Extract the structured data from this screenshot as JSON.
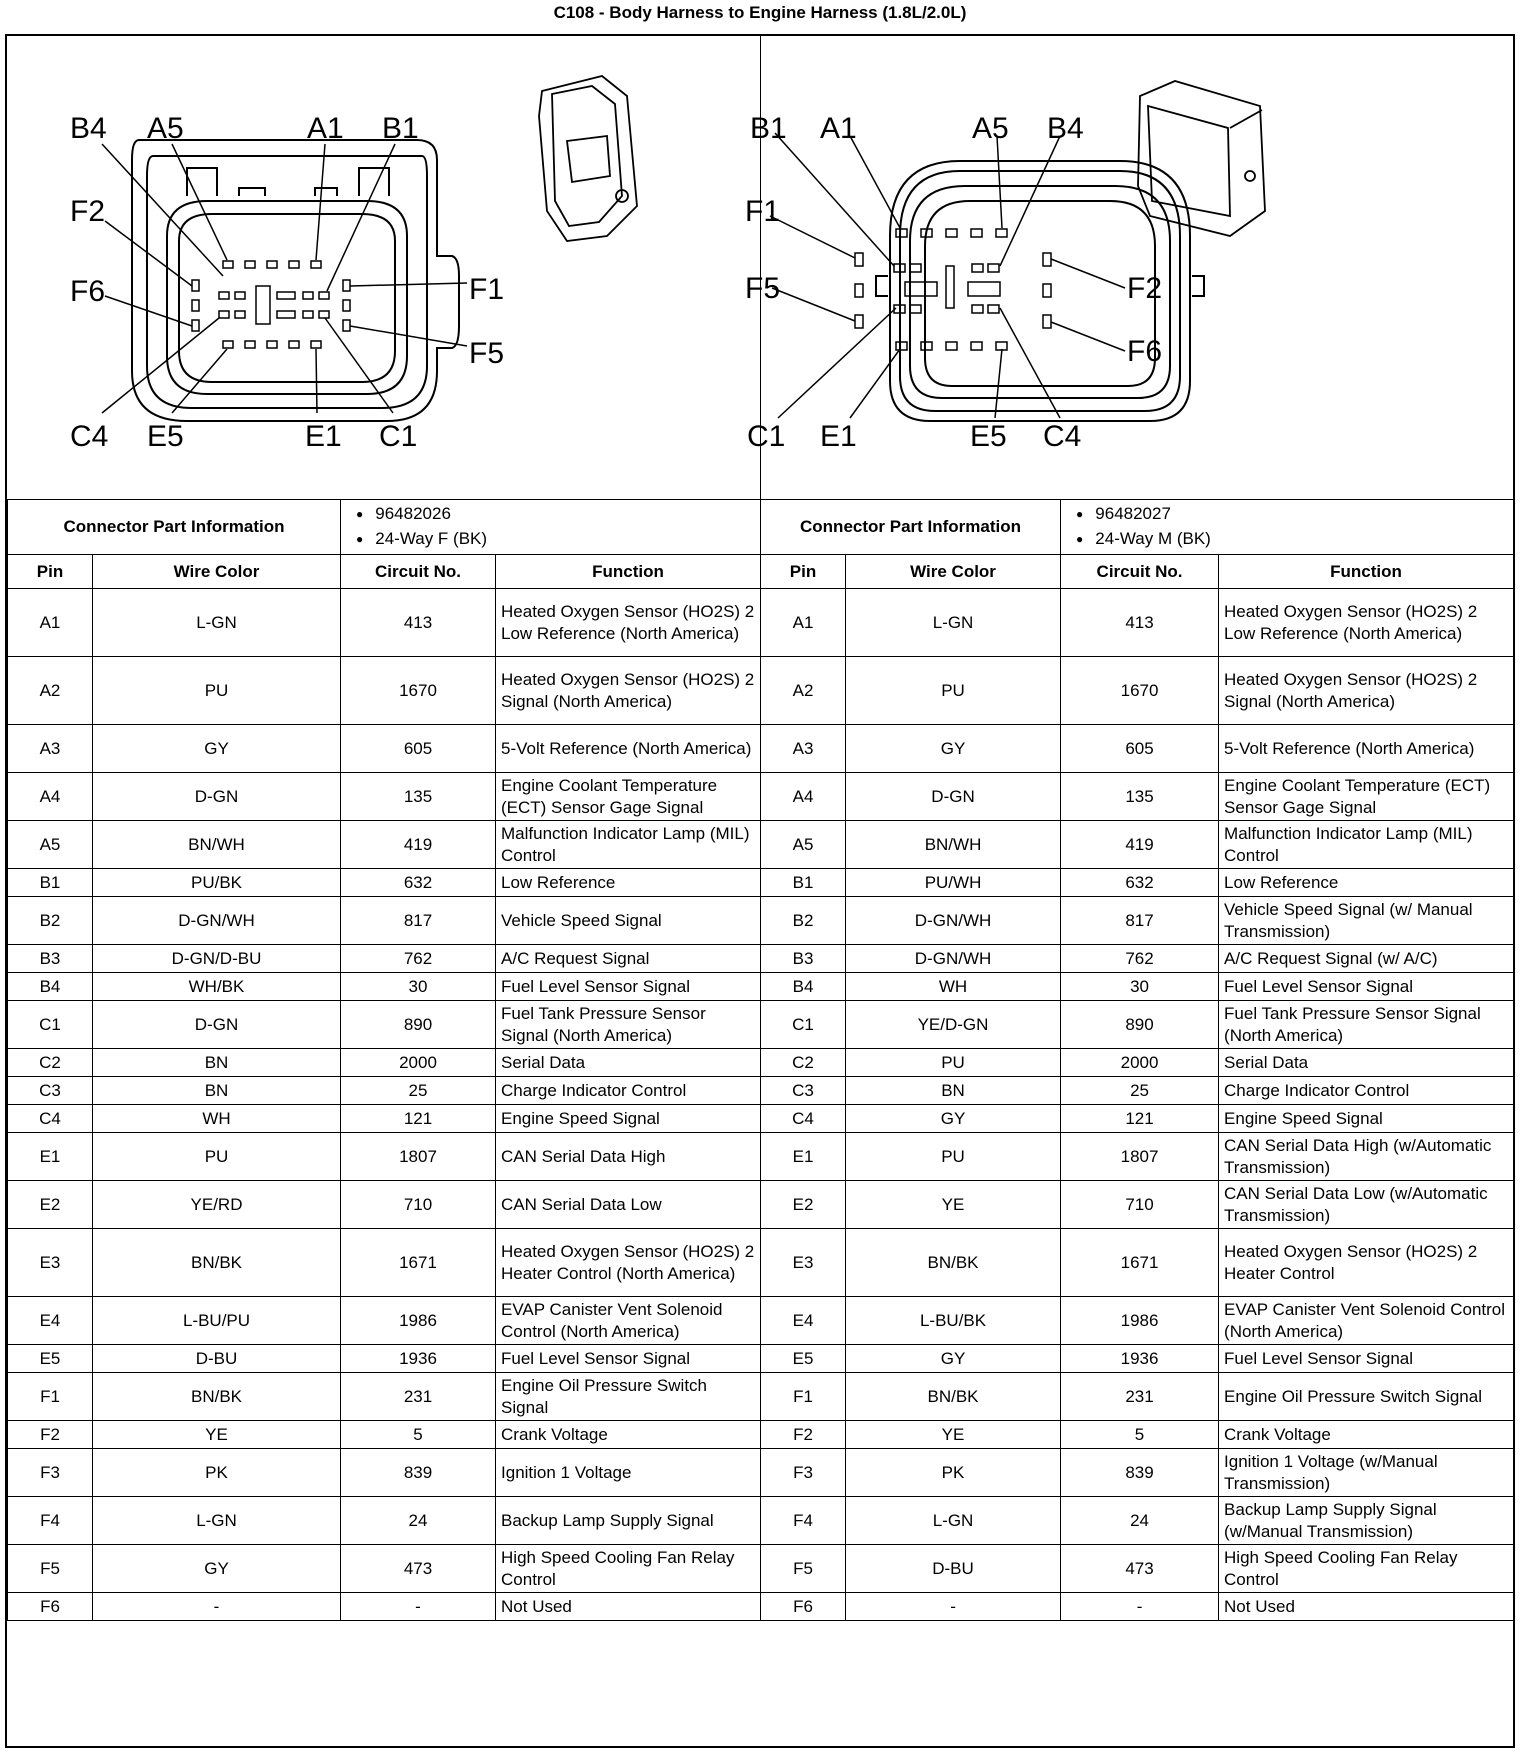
{
  "title": "C108 - Body Harness to Engine Harness (1.8L/2.0L)",
  "left_connector": {
    "pin_labels": [
      "B4",
      "A5",
      "A1",
      "B1",
      "F2",
      "F6",
      "F1",
      "F5",
      "C4",
      "E5",
      "E1",
      "C1"
    ],
    "part_label": "Connector Part Information",
    "part_number": "96482026",
    "part_desc": "24-Way F (BK)"
  },
  "right_connector": {
    "pin_labels": [
      "B1",
      "A1",
      "A5",
      "B4",
      "F1",
      "F5",
      "F2",
      "F6",
      "C1",
      "E1",
      "E5",
      "C4"
    ],
    "part_label": "Connector Part Information",
    "part_number": "96482027",
    "part_desc": "24-Way M (BK)"
  },
  "headers": [
    "Pin",
    "Wire Color",
    "Circuit No.",
    "Function"
  ],
  "rows": [
    {
      "pin": "A1",
      "l_color": "L-GN",
      "l_circuit": "413",
      "l_function": "Heated Oxygen Sensor (HO2S) 2 Low Reference (North America)",
      "r_color": "L-GN",
      "r_circuit": "413",
      "r_function": "Heated Oxygen Sensor (HO2S) 2 Low Reference (North America)"
    },
    {
      "pin": "A2",
      "l_color": "PU",
      "l_circuit": "1670",
      "l_function": "Heated Oxygen Sensor (HO2S) 2 Signal (North America)",
      "r_color": "PU",
      "r_circuit": "1670",
      "r_function": "Heated Oxygen Sensor (HO2S) 2 Signal (North America)"
    },
    {
      "pin": "A3",
      "l_color": "GY",
      "l_circuit": "605",
      "l_function": "5-Volt Reference (North America)",
      "r_color": "GY",
      "r_circuit": "605",
      "r_function": "5-Volt Reference (North America)"
    },
    {
      "pin": "A4",
      "l_color": "D-GN",
      "l_circuit": "135",
      "l_function": "Engine Coolant Temperature (ECT) Sensor Gage Signal",
      "r_color": "D-GN",
      "r_circuit": "135",
      "r_function": "Engine Coolant Temperature (ECT) Sensor Gage Signal"
    },
    {
      "pin": "A5",
      "l_color": "BN/WH",
      "l_circuit": "419",
      "l_function": "Malfunction Indicator Lamp (MIL) Control",
      "r_color": "BN/WH",
      "r_circuit": "419",
      "r_function": "Malfunction Indicator Lamp (MIL) Control"
    },
    {
      "pin": "B1",
      "l_color": "PU/BK",
      "l_circuit": "632",
      "l_function": "Low Reference",
      "r_color": "PU/WH",
      "r_circuit": "632",
      "r_function": "Low Reference"
    },
    {
      "pin": "B2",
      "l_color": "D-GN/WH",
      "l_circuit": "817",
      "l_function": "Vehicle Speed Signal",
      "r_color": "D-GN/WH",
      "r_circuit": "817",
      "r_function": "Vehicle Speed Signal (w/ Manual Transmission)"
    },
    {
      "pin": "B3",
      "l_color": "D-GN/D-BU",
      "l_circuit": "762",
      "l_function": "A/C Request Signal",
      "r_color": "D-GN/WH",
      "r_circuit": "762",
      "r_function": "A/C Request Signal (w/ A/C)"
    },
    {
      "pin": "B4",
      "l_color": "WH/BK",
      "l_circuit": "30",
      "l_function": "Fuel Level Sensor Signal",
      "r_color": "WH",
      "r_circuit": "30",
      "r_function": "Fuel Level Sensor Signal"
    },
    {
      "pin": "C1",
      "l_color": "D-GN",
      "l_circuit": "890",
      "l_function": "Fuel Tank Pressure Sensor Signal (North America)",
      "r_color": "YE/D-GN",
      "r_circuit": "890",
      "r_function": "Fuel Tank Pressure Sensor Signal (North America)"
    },
    {
      "pin": "C2",
      "l_color": "BN",
      "l_circuit": "2000",
      "l_function": "Serial Data",
      "r_color": "PU",
      "r_circuit": "2000",
      "r_function": "Serial Data"
    },
    {
      "pin": "C3",
      "l_color": "BN",
      "l_circuit": "25",
      "l_function": "Charge Indicator Control",
      "r_color": "BN",
      "r_circuit": "25",
      "r_function": "Charge Indicator Control"
    },
    {
      "pin": "C4",
      "l_color": "WH",
      "l_circuit": "121",
      "l_function": "Engine Speed Signal",
      "r_color": "GY",
      "r_circuit": "121",
      "r_function": "Engine Speed Signal"
    },
    {
      "pin": "E1",
      "l_color": "PU",
      "l_circuit": "1807",
      "l_function": "CAN Serial Data High",
      "r_color": "PU",
      "r_circuit": "1807",
      "r_function": "CAN Serial Data High (w/Automatic Transmission)"
    },
    {
      "pin": "E2",
      "l_color": "YE/RD",
      "l_circuit": "710",
      "l_function": "CAN Serial Data Low",
      "r_color": "YE",
      "r_circuit": "710",
      "r_function": "CAN Serial Data Low (w/Automatic Transmission)"
    },
    {
      "pin": "E3",
      "l_color": "BN/BK",
      "l_circuit": "1671",
      "l_function": "Heated Oxygen Sensor (HO2S) 2 Heater Control (North America)",
      "r_color": "BN/BK",
      "r_circuit": "1671",
      "r_function": "Heated Oxygen Sensor (HO2S) 2 Heater Control"
    },
    {
      "pin": "E4",
      "l_color": "L-BU/PU",
      "l_circuit": "1986",
      "l_function": "EVAP Canister Vent Solenoid Control (North America)",
      "r_color": "L-BU/BK",
      "r_circuit": "1986",
      "r_function": "EVAP Canister Vent Solenoid Control (North America)"
    },
    {
      "pin": "E5",
      "l_color": "D-BU",
      "l_circuit": "1936",
      "l_function": "Fuel Level Sensor Signal",
      "r_color": "GY",
      "r_circuit": "1936",
      "r_function": "Fuel Level Sensor Signal"
    },
    {
      "pin": "F1",
      "l_color": "BN/BK",
      "l_circuit": "231",
      "l_function": "Engine Oil Pressure Switch Signal",
      "r_color": "BN/BK",
      "r_circuit": "231",
      "r_function": "Engine Oil Pressure Switch Signal"
    },
    {
      "pin": "F2",
      "l_color": "YE",
      "l_circuit": "5",
      "l_function": "Crank Voltage",
      "r_color": "YE",
      "r_circuit": "5",
      "r_function": "Crank Voltage"
    },
    {
      "pin": "F3",
      "l_color": "PK",
      "l_circuit": "839",
      "l_function": "Ignition 1 Voltage",
      "r_color": "PK",
      "r_circuit": "839",
      "r_function": "Ignition 1 Voltage (w/Manual Transmission)"
    },
    {
      "pin": "F4",
      "l_color": "L-GN",
      "l_circuit": "24",
      "l_function": "Backup Lamp Supply Signal",
      "r_color": "L-GN",
      "r_circuit": "24",
      "r_function": "Backup Lamp Supply Signal (w/Manual Transmission)"
    },
    {
      "pin": "F5",
      "l_color": "GY",
      "l_circuit": "473",
      "l_function": "High Speed Cooling Fan Relay Control",
      "r_color": "D-BU",
      "r_circuit": "473",
      "r_function": "High Speed Cooling Fan Relay Control"
    },
    {
      "pin": "F6",
      "l_color": "-",
      "l_circuit": "-",
      "l_function": "Not Used",
      "r_color": "-",
      "r_circuit": "-",
      "r_function": "Not Used"
    }
  ]
}
